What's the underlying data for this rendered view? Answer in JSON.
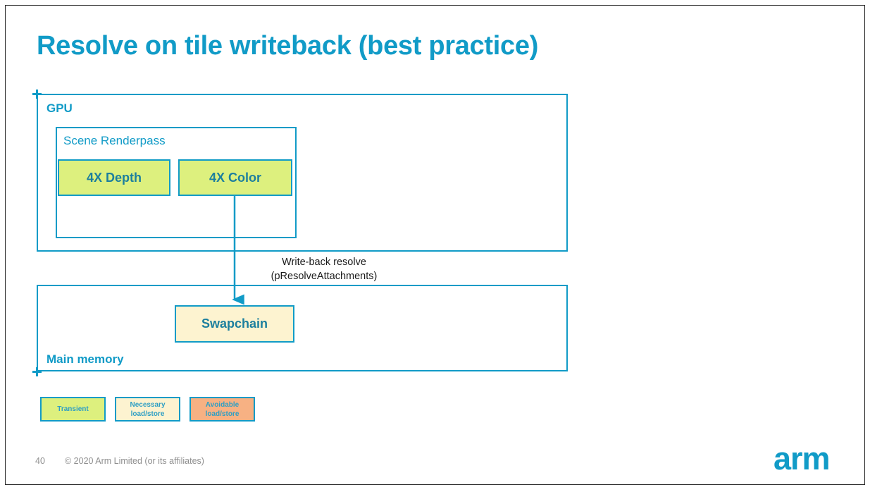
{
  "slide": {
    "title": "Resolve on tile writeback (best practice)",
    "accent_color": "#119bc7",
    "border_color": "#2b2b2b",
    "background": "#ffffff"
  },
  "diagram": {
    "gpu": {
      "label": "GPU",
      "renderpass": {
        "label": "Scene Renderpass",
        "attachments": [
          {
            "label": "4X Depth",
            "kind": "transient",
            "color": "#ddf07e"
          },
          {
            "label": "4X Color",
            "kind": "transient",
            "color": "#ddf07e"
          }
        ]
      }
    },
    "main_memory": {
      "label": "Main memory",
      "resources": [
        {
          "label": "Swapchain",
          "kind": "necessary",
          "color": "#fdf3d0"
        }
      ]
    },
    "arrow": {
      "line1": "Write-back resolve",
      "line2": "(pResolveAttachments)",
      "direction": "down",
      "from": "4X Color",
      "to": "Swapchain"
    }
  },
  "legend": {
    "items": [
      {
        "label": "Transient",
        "line1": "Transient",
        "line2": "",
        "kind": "transient",
        "color": "#ddf07e"
      },
      {
        "label": "Necessary load/store",
        "line1": "Necessary",
        "line2": "load/store",
        "kind": "necessary",
        "color": "#fdf3d0"
      },
      {
        "label": "Avoidable load/store",
        "line1": "Avoidable",
        "line2": "load/store",
        "kind": "avoidable",
        "color": "#f7b183"
      }
    ]
  },
  "footer": {
    "page_number": "40",
    "copyright": "© 2020 Arm Limited (or its affiliates)",
    "logo": "arm"
  }
}
